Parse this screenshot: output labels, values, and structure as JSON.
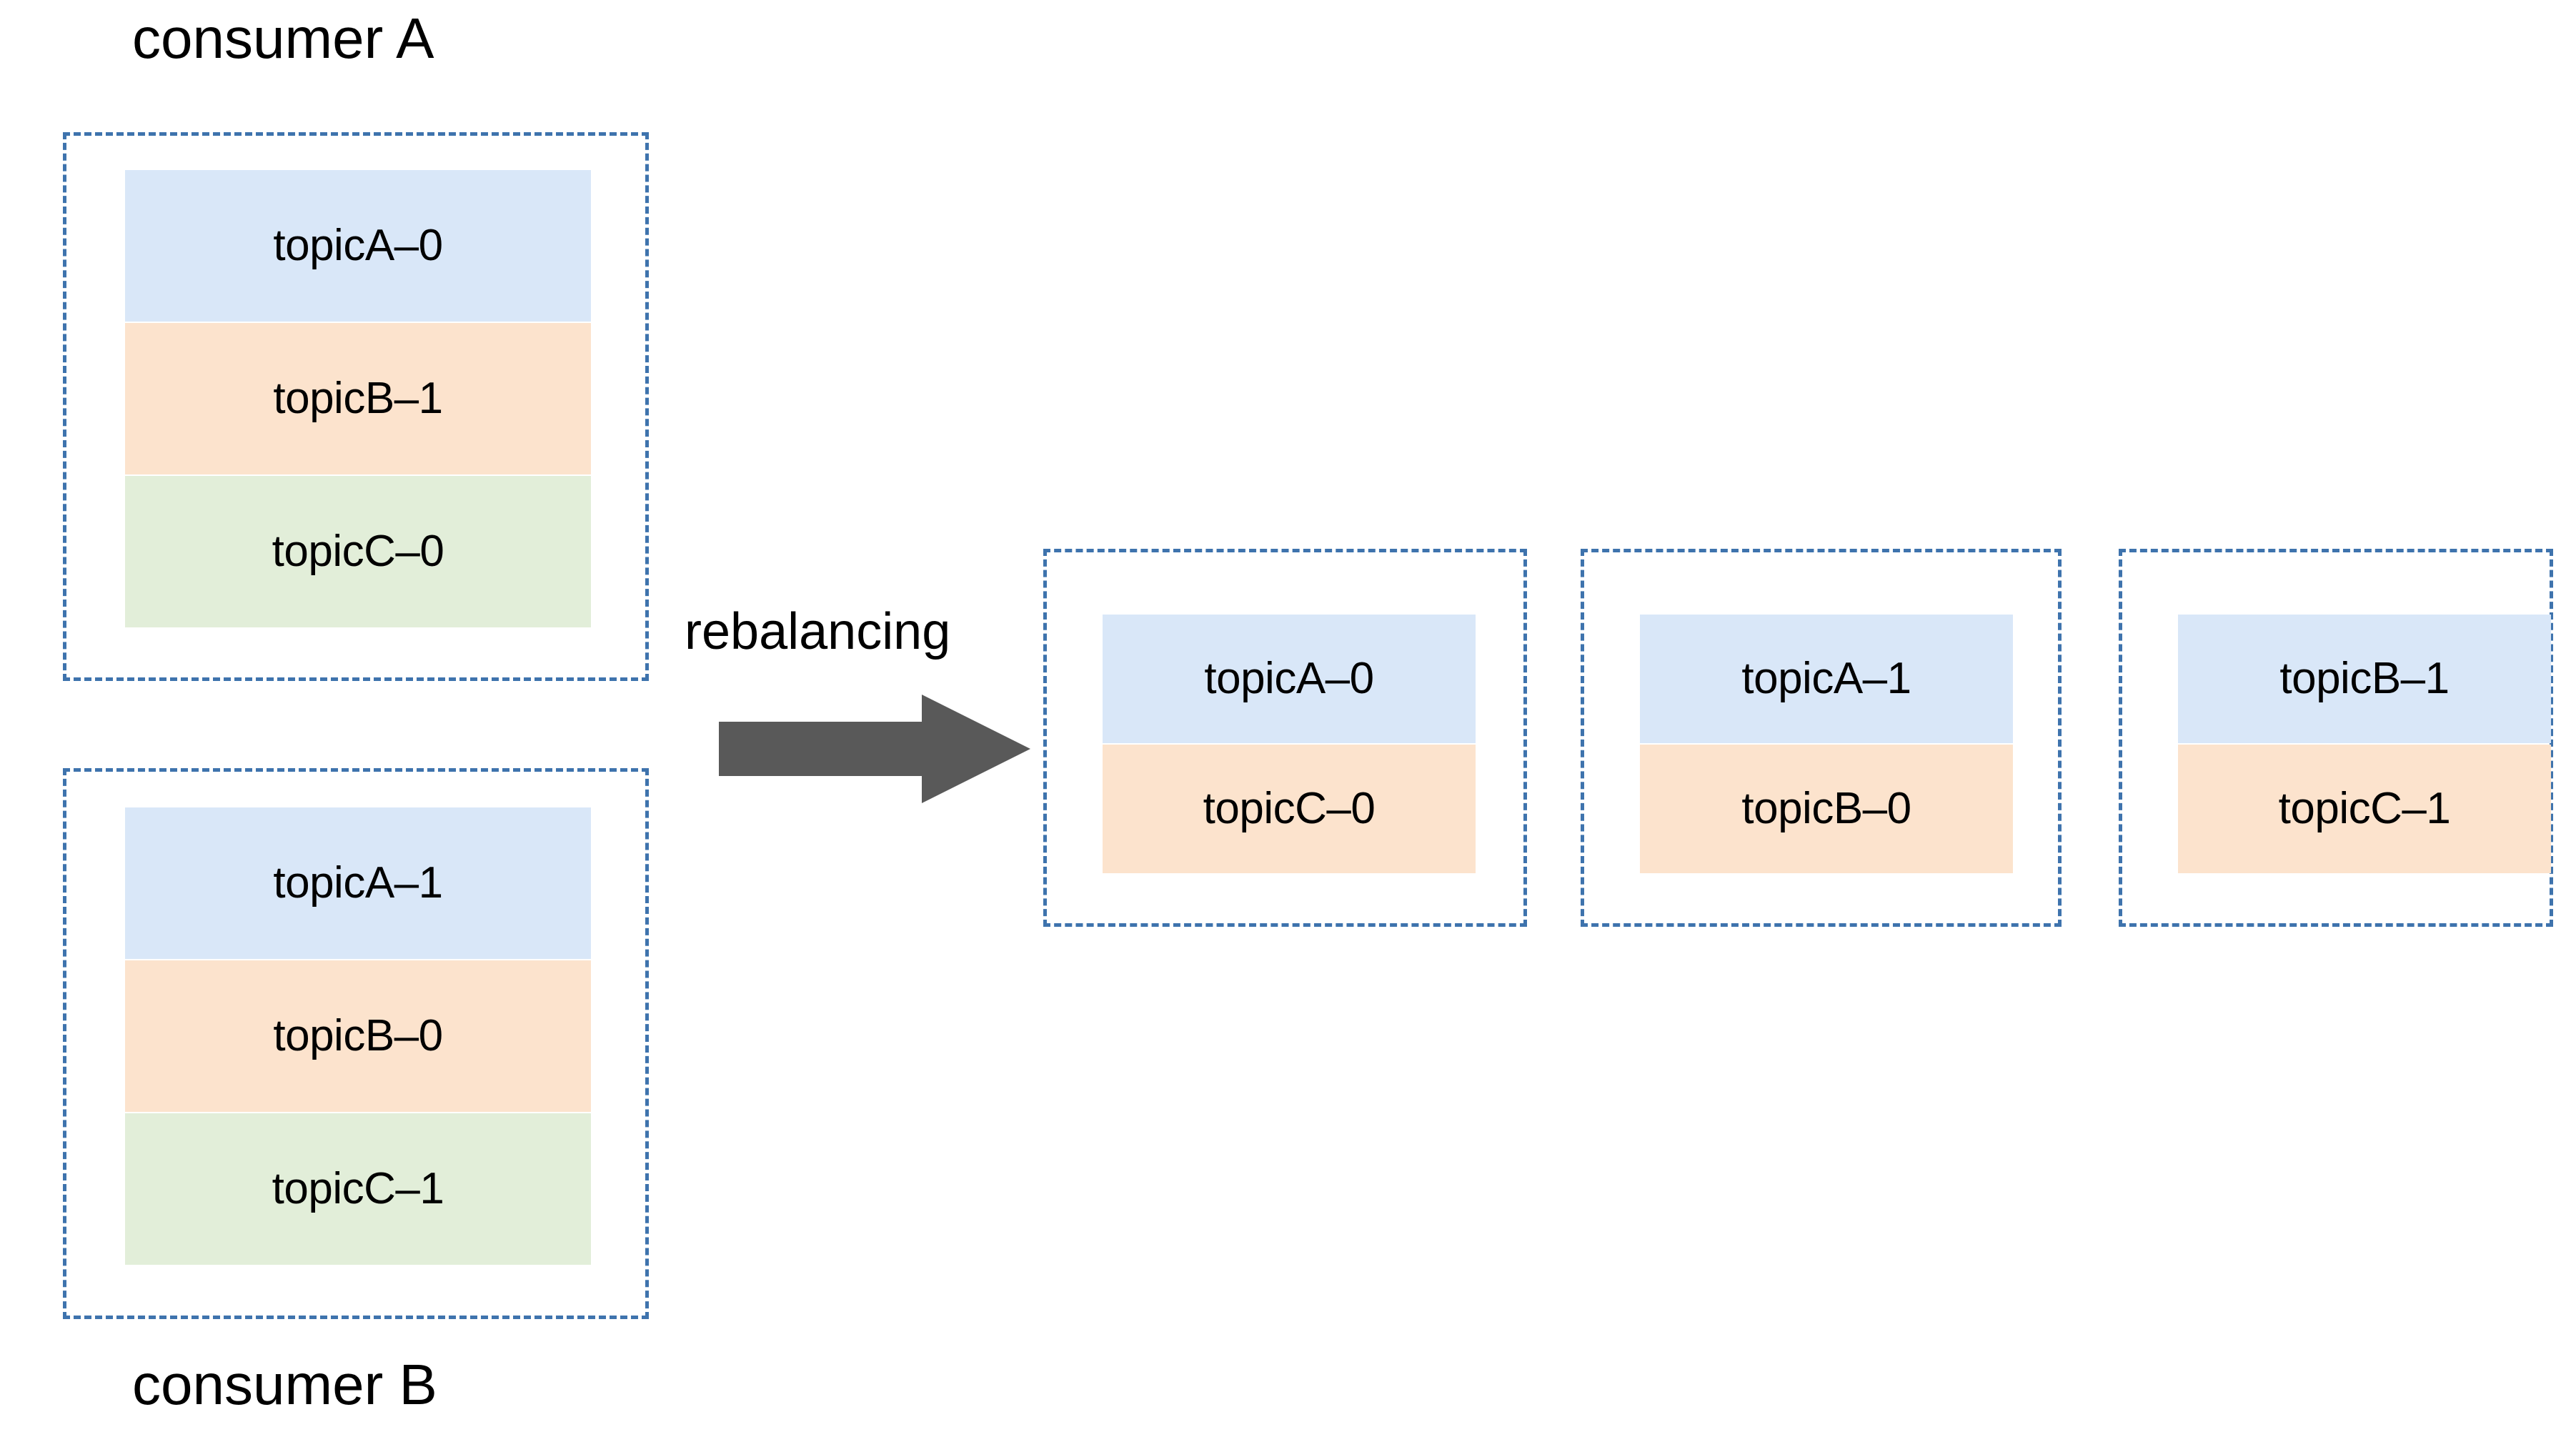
{
  "diagram": {
    "title_text": "rebalancing",
    "arrow": {
      "name": "rebalancing-arrow",
      "color": "#595959",
      "direction": "right"
    },
    "palette": {
      "blue": "#d9e7f8",
      "orange": "#fce3cd",
      "green": "#e2eed9",
      "border": "#3e73ad",
      "arrow": "#595959",
      "text": "#000000",
      "background": "#ffffff"
    },
    "before": {
      "consumers": [
        {
          "label": "consumer A",
          "label_position": "above",
          "partitions": [
            {
              "text": "topicA–0",
              "color": "blue"
            },
            {
              "text": "topicB–1",
              "color": "orange"
            },
            {
              "text": "topicC–0",
              "color": "green"
            }
          ]
        },
        {
          "label": "consumer B",
          "label_position": "below",
          "partitions": [
            {
              "text": "topicA–1",
              "color": "blue"
            },
            {
              "text": "topicB–0",
              "color": "orange"
            },
            {
              "text": "topicC–1",
              "color": "green"
            }
          ]
        }
      ]
    },
    "after": {
      "consumers": [
        {
          "label": "",
          "partitions": [
            {
              "text": "topicA–0",
              "color": "blue"
            },
            {
              "text": "topicC–0",
              "color": "orange"
            }
          ]
        },
        {
          "label": "",
          "partitions": [
            {
              "text": "topicA–1",
              "color": "blue"
            },
            {
              "text": "topicB–0",
              "color": "orange"
            }
          ]
        },
        {
          "label": "",
          "partitions": [
            {
              "text": "topicB–1",
              "color": "blue"
            },
            {
              "text": "topicC–1",
              "color": "orange"
            }
          ]
        }
      ]
    }
  }
}
